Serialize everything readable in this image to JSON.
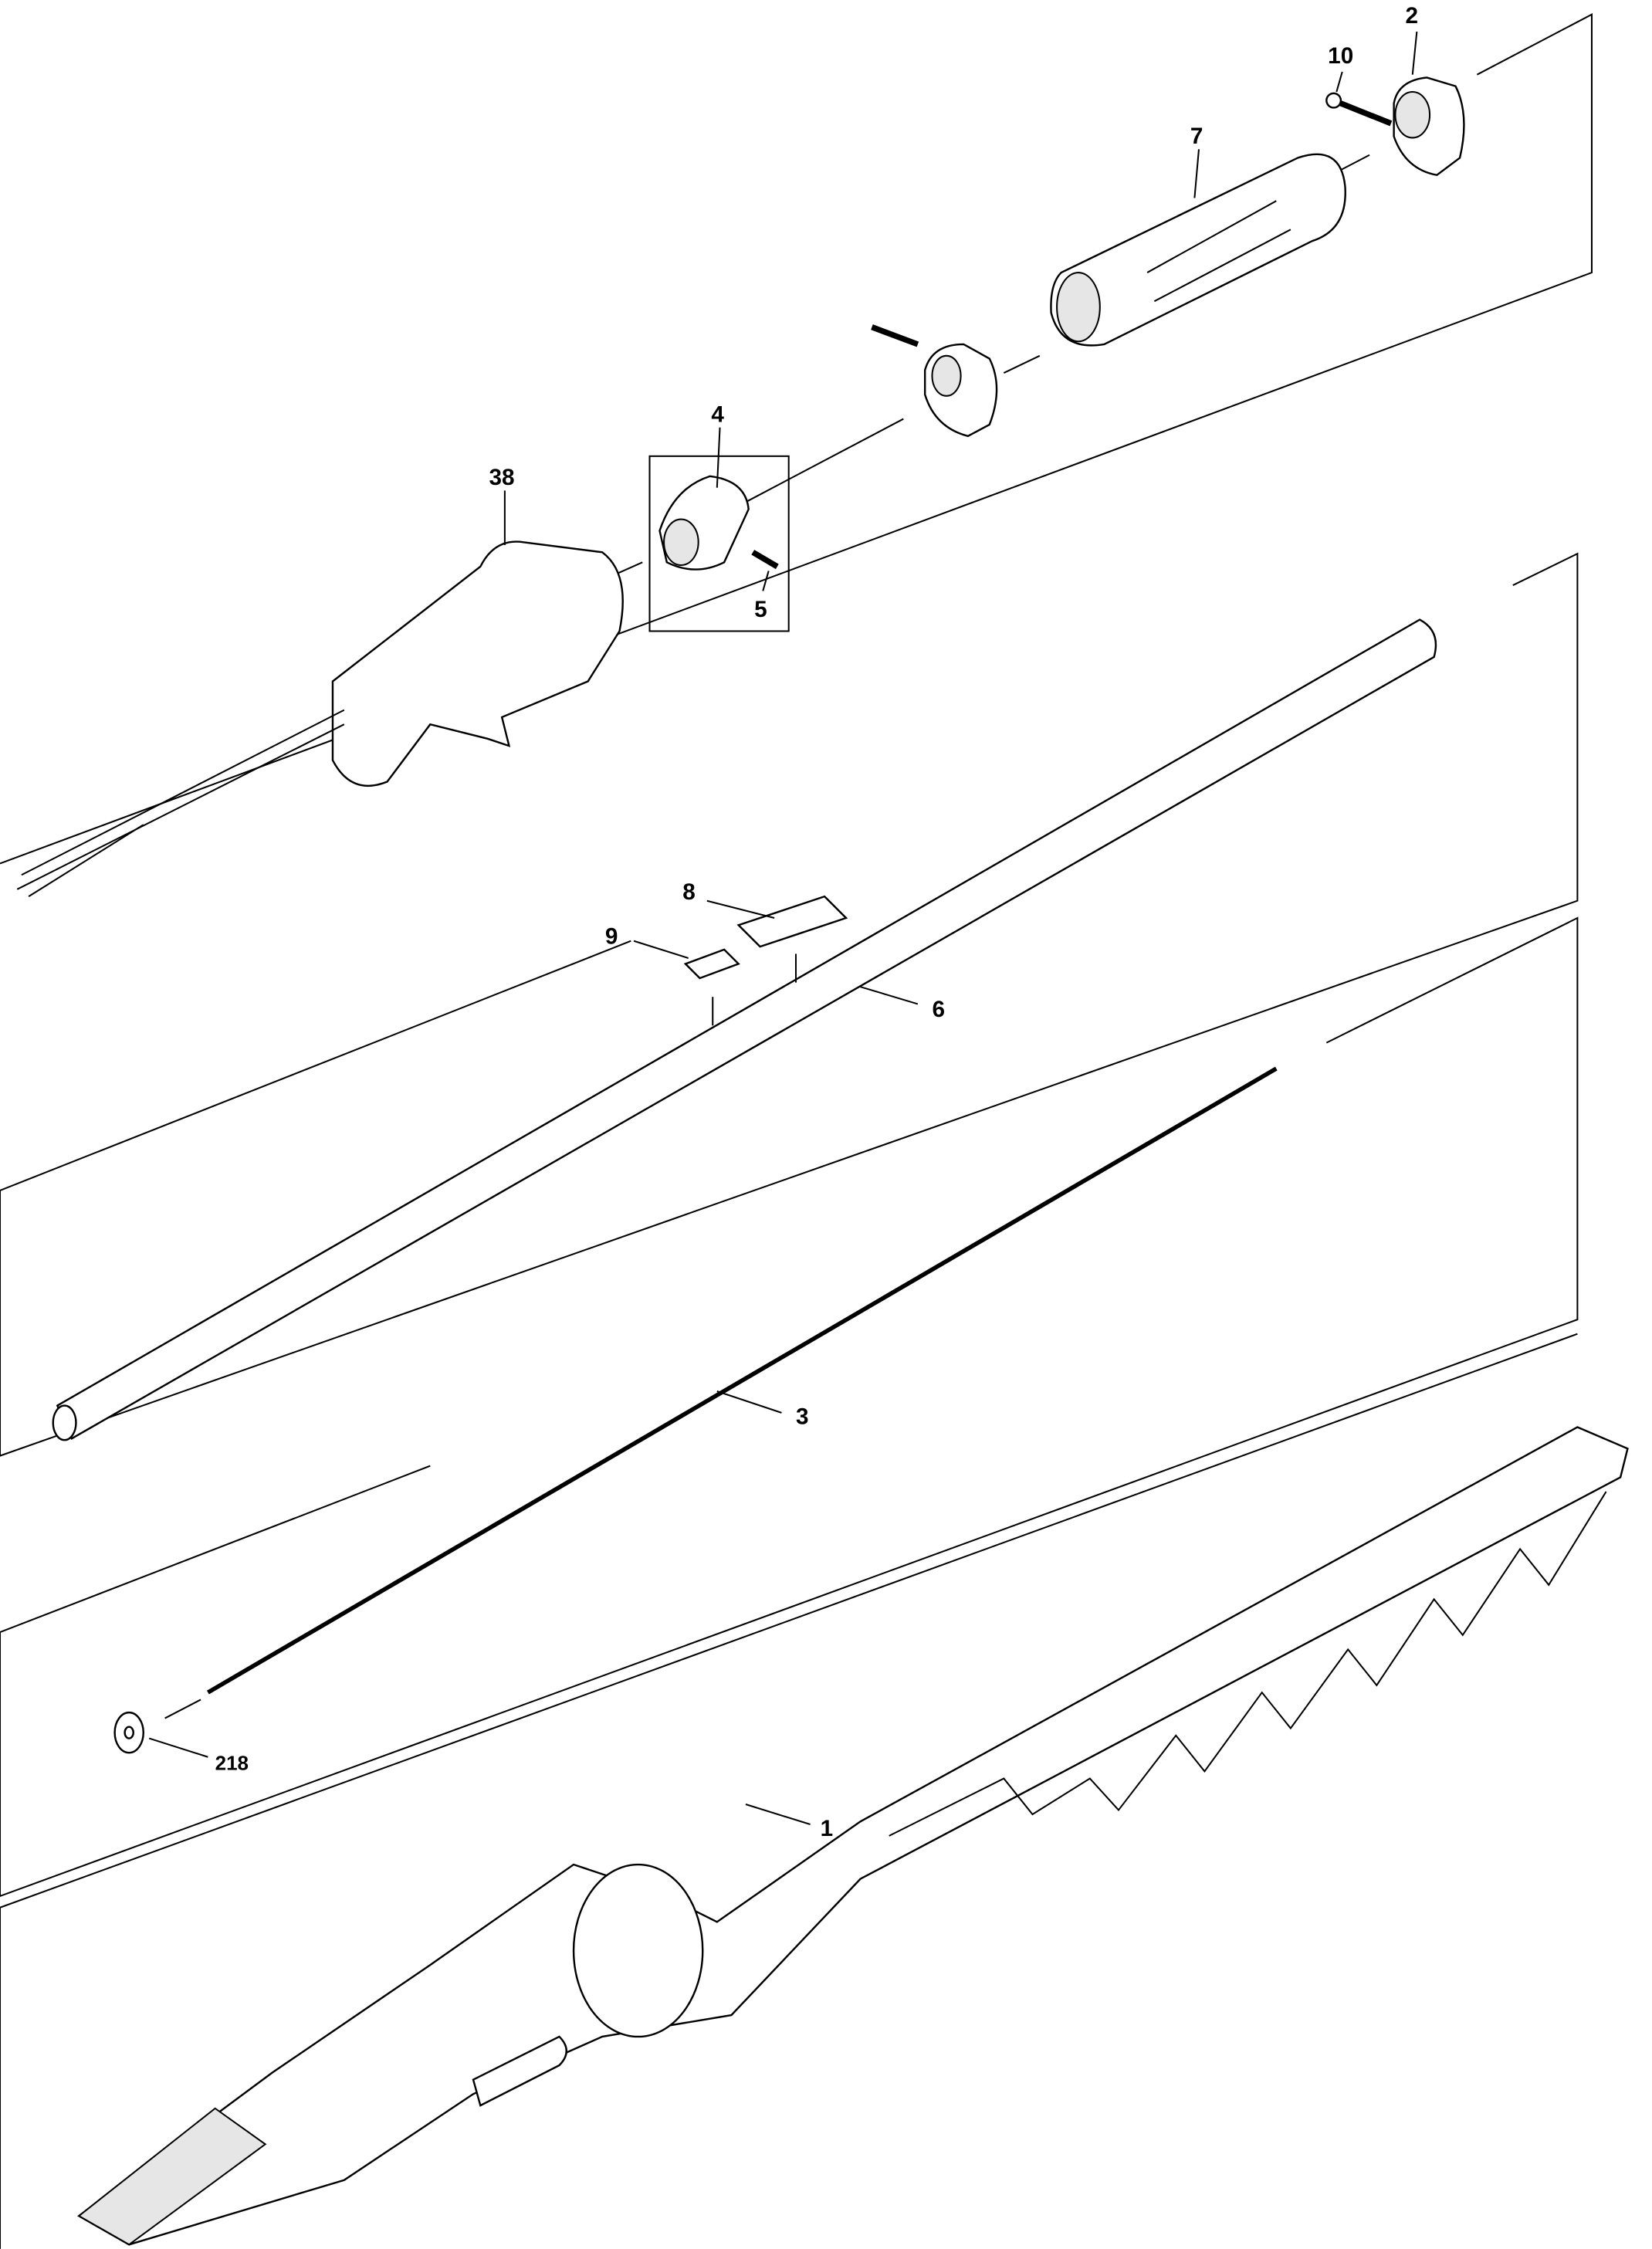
{
  "diagram": {
    "type": "exploded-parts-diagram",
    "callouts": {
      "p2": "2",
      "p10": "10",
      "p7": "7",
      "p4": "4",
      "p38": "38",
      "p5": "5",
      "p8": "8",
      "p9": "9",
      "p6": "6",
      "p3": "3",
      "p218": "218",
      "p1": "1"
    },
    "colors": {
      "line": "#000000",
      "background": "#ffffff"
    }
  }
}
